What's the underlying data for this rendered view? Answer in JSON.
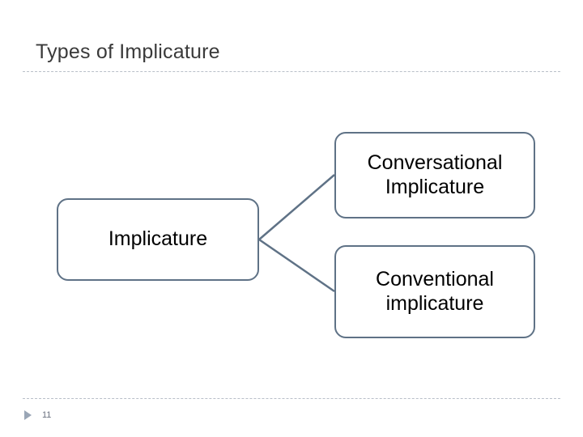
{
  "slide": {
    "title": "Types of Implicature",
    "number": "11"
  },
  "diagram": {
    "type": "tree",
    "root": {
      "label": "Implicature"
    },
    "children": [
      {
        "label": "Conversational Implicature"
      },
      {
        "label": "Conventional implicature"
      }
    ],
    "colors": {
      "node_border": "#5f7286",
      "node_fill": "#ffffff",
      "connector": "#5f7286",
      "rule": "#b9bfc9",
      "title_text": "#3a3a3a"
    }
  }
}
